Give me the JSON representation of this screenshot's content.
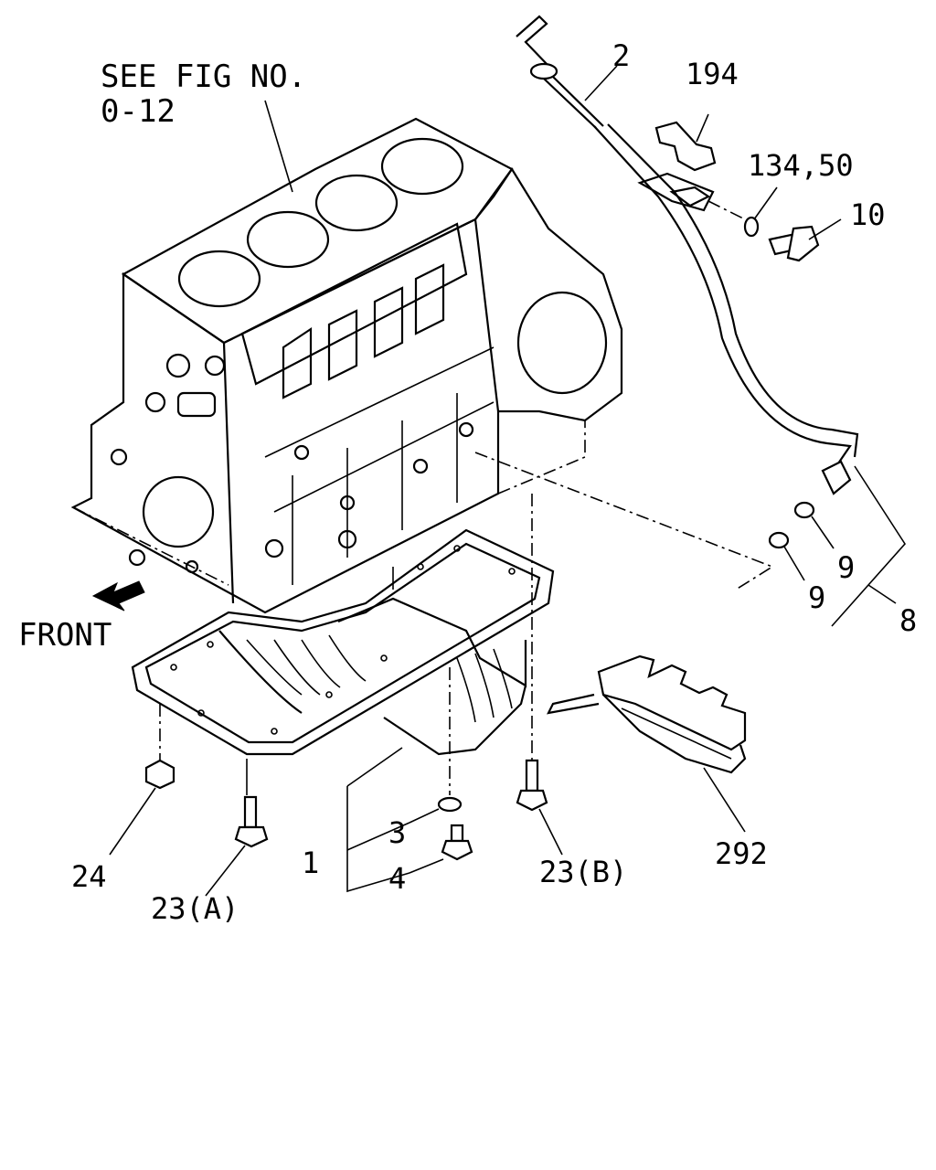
{
  "callouts": {
    "see_fig_line1": "SEE FIG NO.",
    "see_fig_line2": "0-12",
    "front": "FRONT",
    "p2": "2",
    "p194": "194",
    "p134_50": "134,50",
    "p10": "10",
    "p9a": "9",
    "p9b": "9",
    "p8": "8",
    "p292": "292",
    "p1": "1",
    "p3": "3",
    "p4": "4",
    "p24": "24",
    "p23a": "23(A)",
    "p23b": "23(B)"
  }
}
